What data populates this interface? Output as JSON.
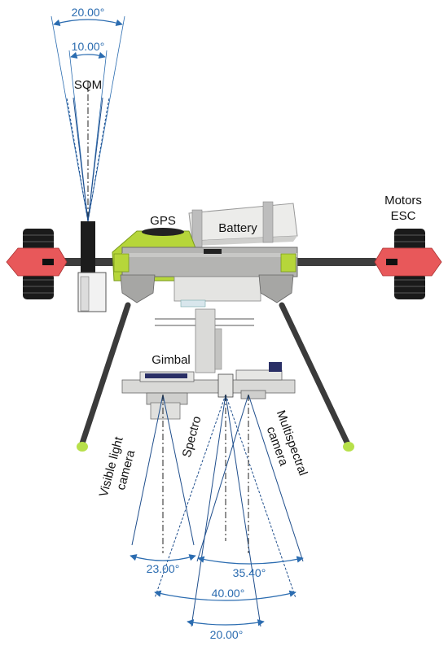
{
  "labels": {
    "sqm": "SQM",
    "gps": "GPS",
    "battery": "Battery",
    "motors": "Motors",
    "esc": "ESC",
    "gimbal": "Gimbal",
    "visible_line1": "Visible light",
    "visible_line2": "camera",
    "spectro": "Spectro",
    "multi_line1": "Multispectral",
    "multi_line2": "camera"
  },
  "angles": {
    "sqm_outer": "20.00°",
    "sqm_inner": "10.00°",
    "visible": "23.00°",
    "multispectral": "35.40°",
    "spectro_outer": "40.00°",
    "spectro_inner": "20.00°"
  },
  "colors": {
    "fov_line": "#1f4e8c",
    "dimension": "#2b6cb0",
    "frame_grey": "#b5b5b3",
    "lime_green": "#b6d63a",
    "motor_red": "#e8585a",
    "arm_dark": "#3b3b3b",
    "foot_tip": "#b7e04a"
  }
}
